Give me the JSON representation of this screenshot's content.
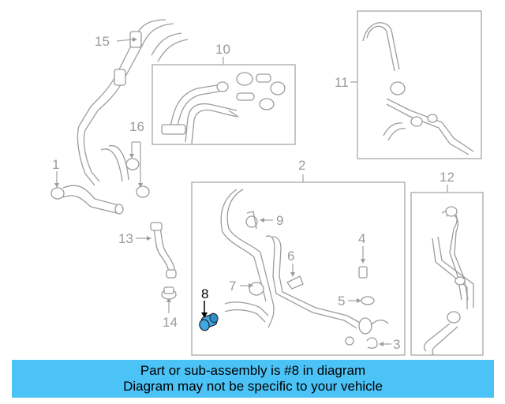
{
  "callouts": {
    "c1": "1",
    "c2": "2",
    "c3": "3",
    "c4": "4",
    "c5": "5",
    "c6": "6",
    "c7": "7",
    "c8": "8",
    "c9": "9",
    "c10": "10",
    "c11": "11",
    "c12": "12",
    "c13": "13",
    "c14": "14",
    "c15": "15",
    "c16": "16"
  },
  "highlight": {
    "part_number": "8",
    "color": "#3fa9e6"
  },
  "footer": {
    "line1": "Part or sub-assembly is #8 in diagram",
    "line2": "Diagram may not be specific to your vehicle",
    "background": "#4cc3f6"
  }
}
